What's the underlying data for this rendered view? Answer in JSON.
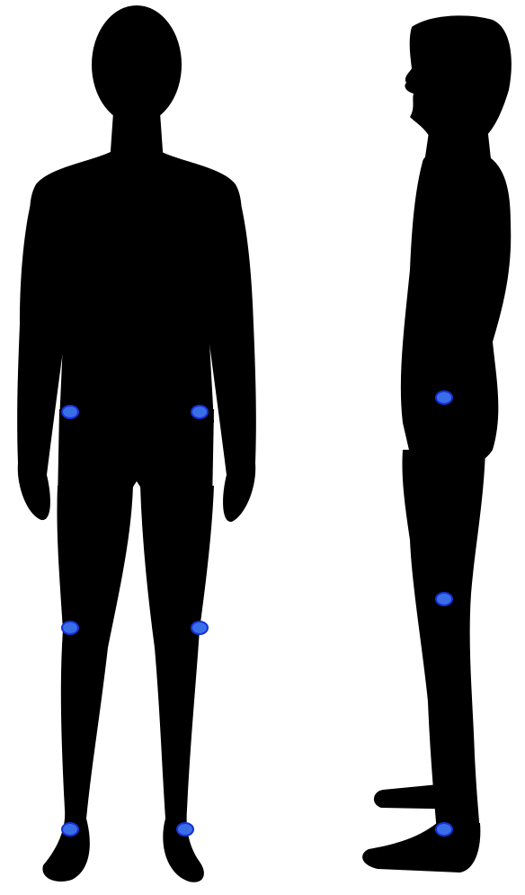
{
  "figures": [
    {
      "name": "front-view-silhouette"
    },
    {
      "name": "side-view-silhouette"
    }
  ],
  "keypoints": {
    "front": [
      "left-hip",
      "right-hip",
      "left-knee",
      "right-knee",
      "left-ankle",
      "right-ankle"
    ],
    "side": [
      "hip",
      "knee",
      "ankle"
    ]
  },
  "colors": {
    "background": "#ffffff",
    "silhouette": "#000000",
    "keypoint_fill": "#3a6ee8",
    "keypoint_stroke": "#1730d8"
  }
}
